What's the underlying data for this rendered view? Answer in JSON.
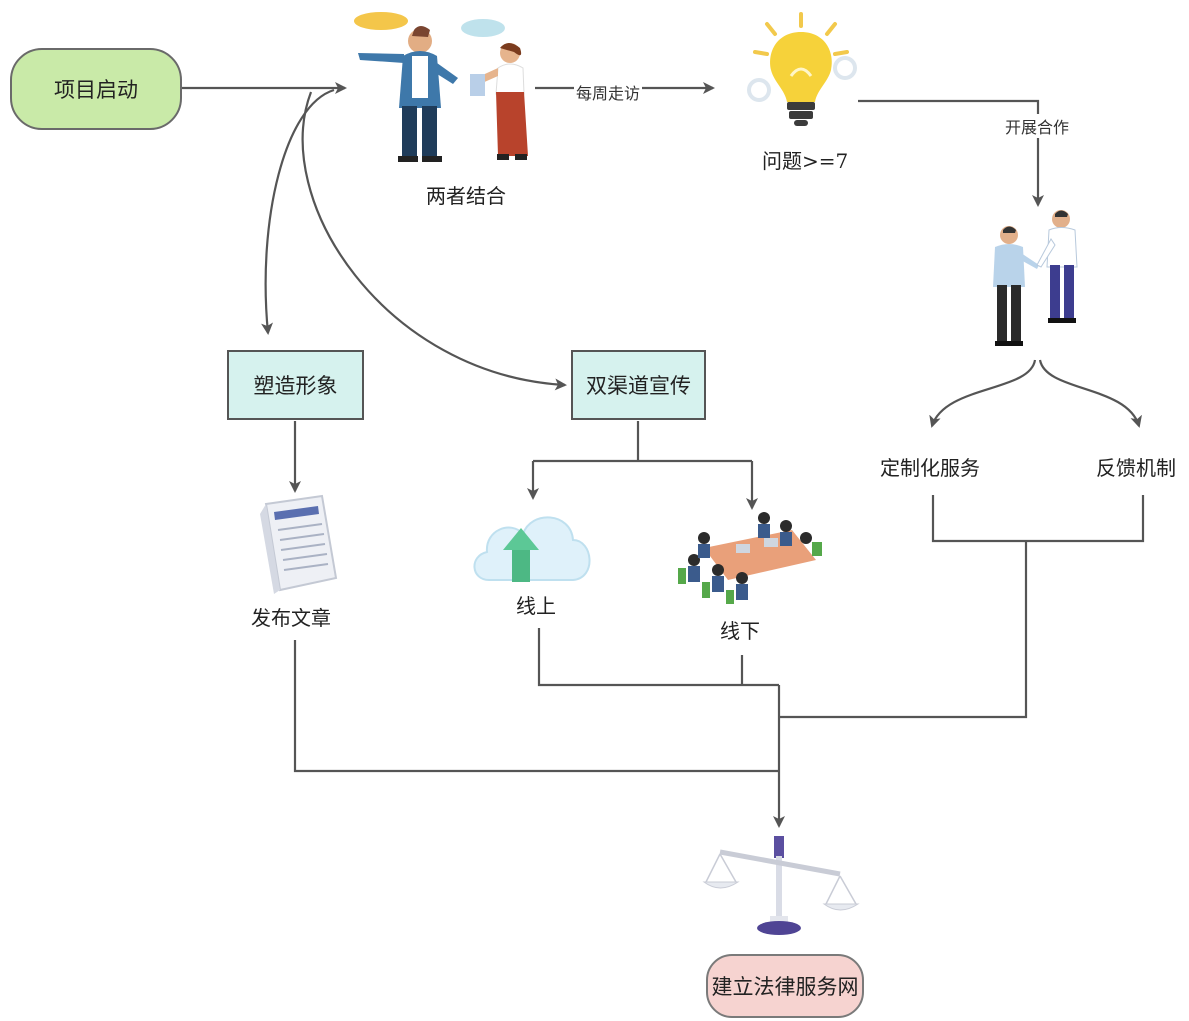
{
  "nodes": {
    "start": "项目启动",
    "combine": "两者结合",
    "issues": "问题>=7",
    "shape_image": "塑造形象",
    "dual_channel": "双渠道宣传",
    "publish": "发布文章",
    "online": "线上",
    "offline": "线下",
    "custom_service": "定制化服务",
    "feedback": "反馈机制",
    "end": "建立法律服务网"
  },
  "edges": {
    "weekly_visit": "每周走访",
    "cooperate": "开展合作"
  },
  "icons": {
    "combine": "people-talking-icon",
    "issues": "lightbulb-icon",
    "cooperate": "handshake-icon",
    "publish": "document-icon",
    "online": "cloud-upload-icon",
    "offline": "meeting-table-icon",
    "end": "scales-icon"
  },
  "colors": {
    "start_fill": "#c9eaa8",
    "box_fill": "#d6f2ee",
    "end_fill": "#f6d3d0",
    "line": "#555555"
  }
}
